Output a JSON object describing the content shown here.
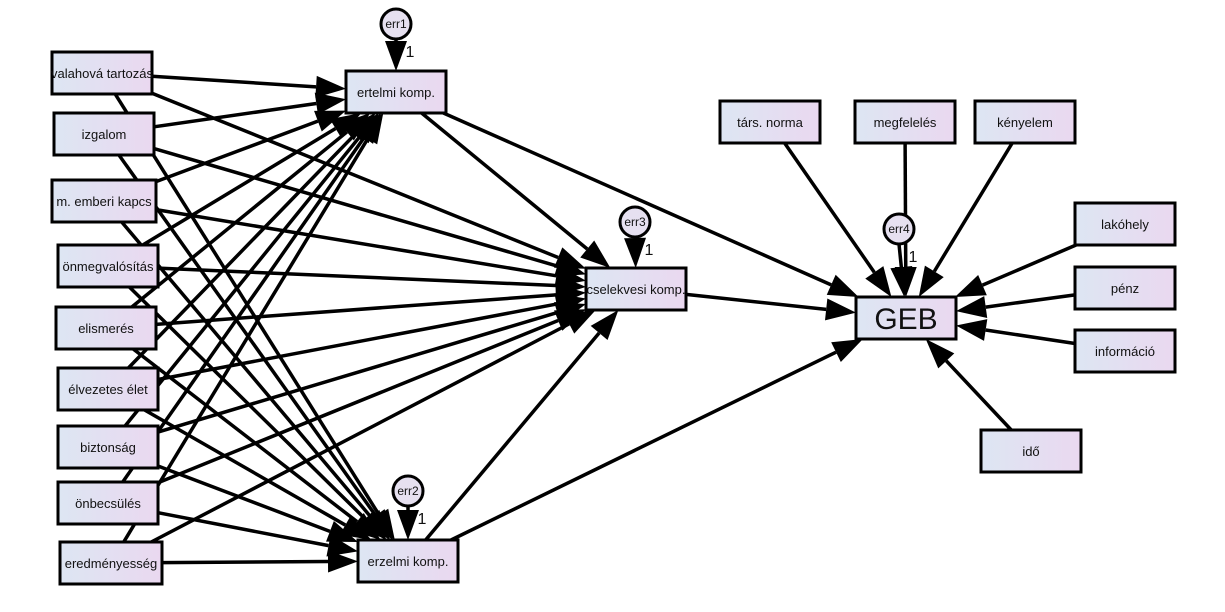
{
  "diagram": {
    "nodes": [
      {
        "id": "valahova",
        "label": "valahová tartozás"
      },
      {
        "id": "izgalom",
        "label": "izgalom"
      },
      {
        "id": "emberi",
        "label": "m. emberi kapcs"
      },
      {
        "id": "onmegval",
        "label": "önmegvalósítás"
      },
      {
        "id": "elismeres",
        "label": "elismerés"
      },
      {
        "id": "elvezetes",
        "label": "élvezetes élet"
      },
      {
        "id": "biztonsag",
        "label": "biztonság"
      },
      {
        "id": "onbecsules",
        "label": "önbecsülés"
      },
      {
        "id": "eredmenyesseg",
        "label": "eredményesség"
      },
      {
        "id": "ertelmi",
        "label": "ertelmi komp."
      },
      {
        "id": "cselekvesi",
        "label": "cselekvesi komp."
      },
      {
        "id": "erzelmi",
        "label": "erzelmi komp."
      },
      {
        "id": "tars",
        "label": "társ. norma"
      },
      {
        "id": "megfeleles",
        "label": "megfelelés"
      },
      {
        "id": "kenyelem",
        "label": "kényelem"
      },
      {
        "id": "lakohely",
        "label": "lakóhely"
      },
      {
        "id": "penz",
        "label": "pénz"
      },
      {
        "id": "informacio",
        "label": "információ"
      },
      {
        "id": "ido",
        "label": "idő"
      },
      {
        "id": "geb",
        "label": "GEB"
      }
    ],
    "errors": [
      {
        "id": "err1",
        "label": "err1",
        "path_label": "1",
        "target": "ertelmi"
      },
      {
        "id": "err2",
        "label": "err2",
        "path_label": "1",
        "target": "erzelmi"
      },
      {
        "id": "err3",
        "label": "err3",
        "path_label": "1",
        "target": "cselekvesi"
      },
      {
        "id": "err4",
        "label": "err4",
        "path_label": "1",
        "target": "geb"
      }
    ],
    "edges": [
      [
        "valahova",
        "ertelmi"
      ],
      [
        "valahova",
        "cselekvesi"
      ],
      [
        "valahova",
        "erzelmi"
      ],
      [
        "izgalom",
        "ertelmi"
      ],
      [
        "izgalom",
        "cselekvesi"
      ],
      [
        "izgalom",
        "erzelmi"
      ],
      [
        "emberi",
        "ertelmi"
      ],
      [
        "emberi",
        "cselekvesi"
      ],
      [
        "emberi",
        "erzelmi"
      ],
      [
        "onmegval",
        "ertelmi"
      ],
      [
        "onmegval",
        "cselekvesi"
      ],
      [
        "onmegval",
        "erzelmi"
      ],
      [
        "elismeres",
        "ertelmi"
      ],
      [
        "elismeres",
        "cselekvesi"
      ],
      [
        "elismeres",
        "erzelmi"
      ],
      [
        "elvezetes",
        "ertelmi"
      ],
      [
        "elvezetes",
        "cselekvesi"
      ],
      [
        "elvezetes",
        "erzelmi"
      ],
      [
        "biztonsag",
        "ertelmi"
      ],
      [
        "biztonsag",
        "cselekvesi"
      ],
      [
        "biztonsag",
        "erzelmi"
      ],
      [
        "onbecsules",
        "ertelmi"
      ],
      [
        "onbecsules",
        "cselekvesi"
      ],
      [
        "onbecsules",
        "erzelmi"
      ],
      [
        "eredmenyesseg",
        "ertelmi"
      ],
      [
        "eredmenyesseg",
        "cselekvesi"
      ],
      [
        "eredmenyesseg",
        "erzelmi"
      ],
      [
        "ertelmi",
        "cselekvesi"
      ],
      [
        "ertelmi",
        "geb"
      ],
      [
        "erzelmi",
        "cselekvesi"
      ],
      [
        "erzelmi",
        "geb"
      ],
      [
        "cselekvesi",
        "geb"
      ],
      [
        "tars",
        "geb"
      ],
      [
        "megfeleles",
        "geb"
      ],
      [
        "kenyelem",
        "geb"
      ],
      [
        "lakohely",
        "geb"
      ],
      [
        "penz",
        "geb"
      ],
      [
        "informacio",
        "geb"
      ],
      [
        "ido",
        "geb"
      ]
    ]
  },
  "colors": {
    "box_gradient_start": "#dde6f3",
    "box_gradient_end": "#ead8f0",
    "stroke": "#000000",
    "error_fill": "#e6e0f0"
  }
}
